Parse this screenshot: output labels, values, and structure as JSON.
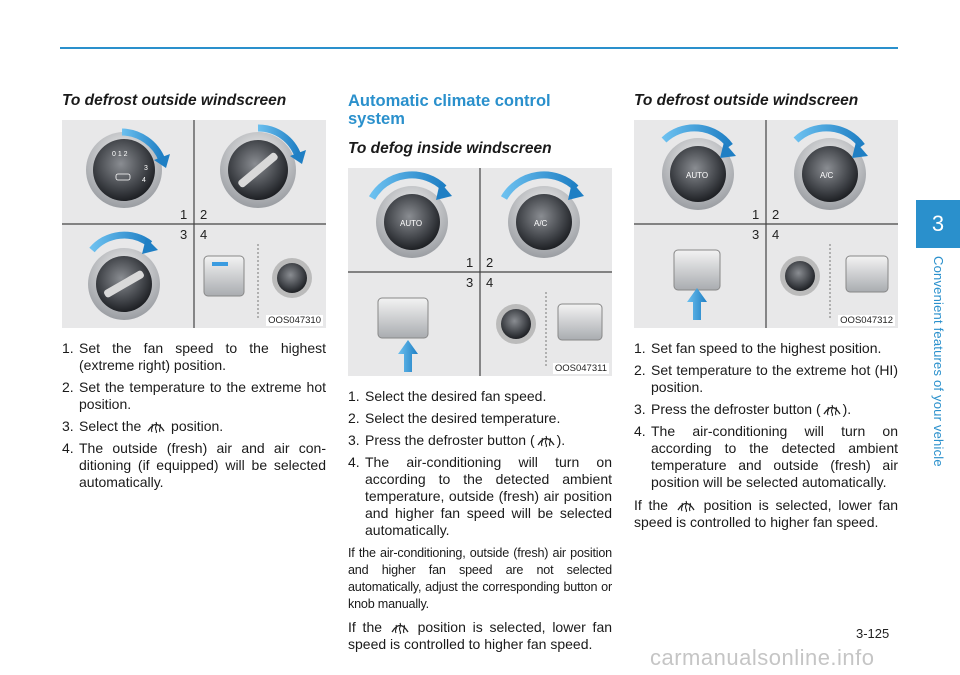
{
  "header": {
    "rule_color": "#2a90cc"
  },
  "col1": {
    "heading": "To defrost outside windscreen",
    "figure_code": "OOS047310",
    "figure_quadrants": [
      "1",
      "2",
      "3",
      "4"
    ],
    "steps": [
      {
        "num": "1.",
        "pre": "Set the fan speed to the highest (extreme right) position.",
        "post": ""
      },
      {
        "num": "2.",
        "pre": "Set the temperature to the extreme hot position.",
        "post": ""
      },
      {
        "num": "3.",
        "pre": "Select the",
        "post": "position."
      },
      {
        "num": "4.",
        "pre": "The outside (fresh) air and air con­ditioning (if equipped) will be selected automatically.",
        "post": ""
      }
    ]
  },
  "col2": {
    "section_title": "Automatic climate control system",
    "heading": "To defog inside windscreen",
    "figure_code": "OOS047311",
    "figure_quadrants": [
      "1",
      "2",
      "3",
      "4"
    ],
    "knob_labels": [
      "AUTO",
      "A/C"
    ],
    "steps": [
      {
        "num": "1.",
        "pre": "Select the desired fan speed.",
        "post": ""
      },
      {
        "num": "2.",
        "pre": "Select the desired temperature.",
        "post": ""
      },
      {
        "num": "3.",
        "pre": "Press the defroster button (",
        "post": ")."
      },
      {
        "num": "4.",
        "pre": "The air-conditioning will turn on according to the detected ambient temperature, outside (fresh) air position and higher fan speed will be selected automatically.",
        "post": ""
      }
    ],
    "note": "If the air-conditioning, outside (fresh) air position and higher fan speed are not selected automatically, adjust the corre­sponding button or knob manually.",
    "para_pre": "If the",
    "para_post": "position is selected, lower fan speed is controlled to higher fan speed."
  },
  "col3": {
    "heading": "To defrost outside windscreen",
    "figure_code": "OOS047312",
    "figure_quadrants": [
      "1",
      "2",
      "3",
      "4"
    ],
    "knob_labels": [
      "AUTO",
      "A/C"
    ],
    "steps": [
      {
        "num": "1.",
        "pre": "Set fan speed to the highest posi­tion.",
        "post": ""
      },
      {
        "num": "2.",
        "pre": "Set temperature to the extreme hot (HI) position.",
        "post": ""
      },
      {
        "num": "3.",
        "pre": "Press the defroster button (",
        "post": ")."
      },
      {
        "num": "4.",
        "pre": "The air-conditioning will turn on according to the detected ambient temperature and outside (fresh) air position will be selected auto­matically.",
        "post": ""
      }
    ],
    "para_pre": "If the",
    "para_post": "position is selected, lower fan speed is controlled to higher fan speed."
  },
  "sidebar": {
    "chapter_number": "3",
    "chapter_title": "Convenient features of your vehicle",
    "accent_color": "#2a90cc"
  },
  "footer": {
    "page_number": "3-125",
    "watermark": "carmanualsonline.info"
  },
  "icons": {
    "defroster": "defroster-icon",
    "arrow": "rotate-arrow-icon"
  }
}
